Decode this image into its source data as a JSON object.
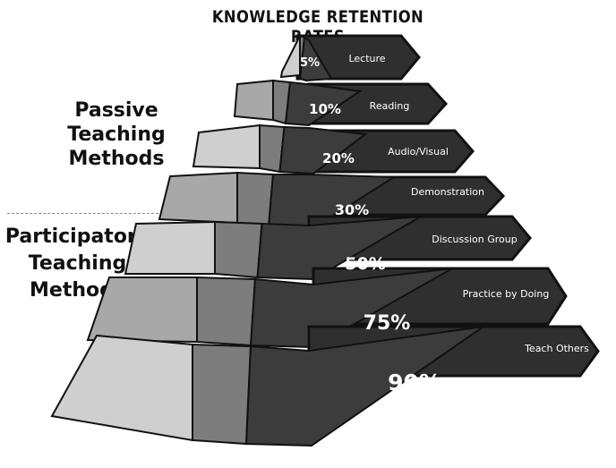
{
  "title": "KNOWLEDGE RETENTION RATES",
  "groups": {
    "passive": [
      "Passive",
      "Teaching",
      "Methods"
    ],
    "participatory": [
      "Participatory",
      "Teaching",
      "Methods"
    ]
  },
  "levels": [
    {
      "percent": "5%",
      "label": "Lecture"
    },
    {
      "percent": "10%",
      "label": "Reading"
    },
    {
      "percent": "20%",
      "label": "Audio/Visual"
    },
    {
      "percent": "30%",
      "label": "Demonstration"
    },
    {
      "percent": "50%",
      "label": "Discussion Group"
    },
    {
      "percent": "75%",
      "label": "Practice by Doing"
    },
    {
      "percent": "90%",
      "label": "Teach Others"
    }
  ],
  "colors": {
    "left_face_light": "#cfcfcf",
    "left_face_mid": "#a8a8a8",
    "mid_face": "#7d7d7d",
    "right_face": "#3c3c3c",
    "tag_fill": "#2f2f2f",
    "separator": "#111111",
    "text_on_dark": "#ffffff"
  }
}
